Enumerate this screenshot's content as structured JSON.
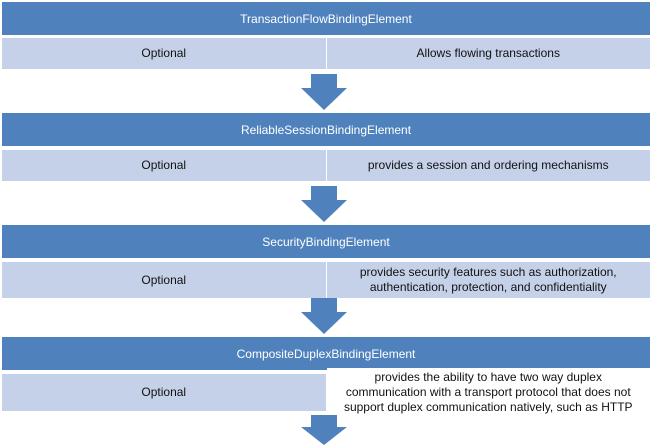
{
  "stages": [
    {
      "element": "TransactionFlowBindingElement",
      "requirement": "Optional",
      "description": "Allows flowing transactions"
    },
    {
      "element": "ReliableSessionBindingElement",
      "requirement": "Optional",
      "description": "provides a session and ordering mechanisms"
    },
    {
      "element": "SecurityBindingElement",
      "requirement": "Optional",
      "description": "provides security features such as authorization, authentication, protection, and confidentiality"
    },
    {
      "element": "CompositeDuplexBindingElement",
      "requirement": "Optional",
      "description": "provides the ability to have two way duplex communication with a transport protocol that does not support duplex communication natively, such as HTTP"
    }
  ],
  "colors": {
    "band": "#4f81bd",
    "row": "#c5d1e8",
    "arrow": "#4f81bd"
  }
}
